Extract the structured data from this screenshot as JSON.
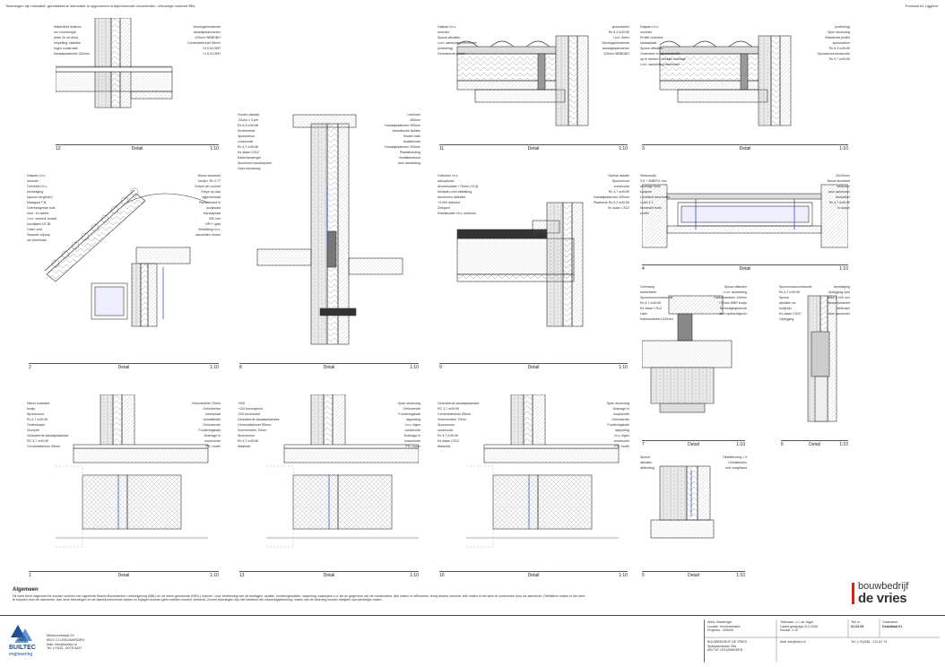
{
  "header": {
    "left_note": "Tekeningen zijn indicatief; gerealiseerde informatie is opgenomen in bijbehorende documenten. Uitvoerige conform BBL",
    "right_note": "Formaat A1 Liggend"
  },
  "panels": [
    {
      "num": "12",
      "title": "Detail",
      "scale": "1:10",
      "labels": [
        "Waterdicht isoleren",
        "niv. bovenkopje",
        "(dam 2e uit door)",
        "Inspelling: stabilize",
        "eigen constructie",
        "Kanaalplaatvloer 200mm",
        "Woningscheidende",
        "kanaalplaatvloeren",
        "120mm WBBDBO",
        "Cementdekvloer 55mm",
        "+0,5 VLOER",
        "+2,5 VLOER"
      ]
    },
    {
      "num": "11",
      "title": "Detail",
      "scale": "1:10",
      "labels": [
        "Dakpan t.b.v.",
        "monster",
        "Spouw afsluiten",
        "i.v.m. aansluiting elementen",
        "(onderling)",
        "Geïsoleerde profiel",
        "spouwanker",
        "Rc 6,3 m2K/W",
        "i.v.m. fielen",
        "Woningscheidende",
        "kanaalplaatvloeren",
        "120mm WBBDBO"
      ]
    },
    {
      "num": "3",
      "title": "Detail",
      "scale": "1:10",
      "labels": [
        "Dakpan t.b.v.",
        "monster",
        "Profiel voorrand",
        "kanaalplaat",
        "Spouw afsluiten",
        "Onderdeel in kapconstructie",
        "op te nemen i. hoeklijn montage",
        "i.v.m. aansluiting elementen",
        "(onderling)",
        "Open stootvoeg",
        "Gelsolerde profiel",
        "spouwanker",
        "Rc 6,3 m2K/W",
        "Spouwmuurconstructie",
        "Rc 4,7 m2K/W"
      ]
    },
    {
      "num": "2",
      "title": "Detail",
      "scale": "1:10",
      "labels": [
        "Dakpan t.b.v.",
        "monster",
        "Overstek t.b.v.",
        "bevestiging",
        "(spouw vergeven)",
        "Maatgoot T.B.",
        "Overhangende buis",
        "Voor- en achter",
        "i.v.m. zetwerk bouwh.",
        "koorlijsten NTJB",
        "Celex oost",
        "Staande vrijloop",
        "om driehhoek",
        "Nieuw kunststof",
        "kozijn+ Rc 0.77",
        "Dorpel wit voorzet",
        "Strips op vlas",
        "zijgevelstraat",
        "Plasterboard in",
        "kozijnkast",
        "Kanaalplaat",
        "200 mm",
        "HR++ glas",
        "Verdikking t.b.v.",
        "aansluiten muren"
      ]
    },
    {
      "num": "8",
      "title": "Detail",
      "scale": "1:10",
      "labels": [
        "Houten platdak",
        "-32mm x 2 pm",
        "Rc 6,3 m2K/W",
        "Kindenerkaf",
        "Spouwmuur",
        "constructie",
        "Rc 4,7 m2K/W",
        "Ks staan CS12",
        "Kaderaanslinger",
        "Aluminium wachtsporen",
        "Open stootvoeg",
        "Leefvloer",
        "280mm",
        "Kanaalplaatvloer 200mm",
        "Akoestische isolatie",
        "Houten balk",
        "Isolatiehoek",
        "Kanaalplaatvloer 200mm",
        "Plaatafronding",
        "Ventilatiestrook",
        "door aansluiting"
      ]
    },
    {
      "num": "9",
      "title": "Detail",
      "scale": "1:10",
      "labels": [
        "Celluluse t.b.v.",
        "dakopbouw",
        "Afvoerisolatie r 75mm (+0,5)",
        "Multiplex mini afdekking",
        "Aluminium afdekker",
        "+3.000 dakrand",
        "Zinkgoot",
        "Randisolatie t.b.v. ombouw",
        "Opdruk isolatie",
        "Spouwmuur",
        "constructie",
        "Rc 4,7 m2K/W",
        "Kanaalplaatvloer 200mm",
        "Plaatwerk Rc 6,3 m2K/W",
        "Ks staan CS12"
      ]
    },
    {
      "num": "4",
      "title": "Detail",
      "scale": "1:10",
      "labels": [
        "Stelmuurtje",
        "9,5 + 4MBP11 mm",
        "montage thuis",
        "kozijnen",
        "Lichtdicht aansluiten",
        "Luifel 1:1",
        "Kunststof hoek",
        "profiel",
        "20x20mm",
        "Nieuw kunststof",
        "stelkozijn",
        "door aannemer",
        "Anslabber",
        "Rc 4,7 m2K/W",
        "in dorpel"
      ]
    },
    {
      "num": "7",
      "title": "Detail",
      "scale": "1:10",
      "labels": [
        "Overhang",
        "metselwerk",
        "Spouwmuurconstructie",
        "Rc 4,7 m2K/W",
        "Ks staan CS12",
        "Latei",
        "Kalkzandsteen 100mm",
        "Spouw afsluiten",
        "i.v.m. aansluiting",
        "Kalkzandsteen 100mm",
        "+22mm WBP kozijn",
        "Bevestigingsstrook",
        "door opdrachtgever"
      ]
    },
    {
      "num": "6",
      "title": "Detail",
      "scale": "1:10",
      "labels": [
        "Spouwmuurconstructie",
        "Rc 4,7 m2K/W",
        "Spouw",
        "afsluiten na",
        "kozijnlijn",
        "Ks staan CS12",
        "Oplegging",
        "bevestiging",
        "Oplegging cpro",
        "lakke (~100 mm",
        "Nieuw kunststof",
        "stelkozijn",
        "door aannemer"
      ]
    },
    {
      "num": "1",
      "title": "Detail",
      "scale": "1:10",
      "labels": [
        "Nieuw kunststof",
        "kozijn",
        "Spouwmuur",
        "Rc 4,7 m2K/W",
        "Onderdorpel",
        "Vloerpeil",
        "Geïsoleerde kanaalplaatvloer",
        "RC 3,7 m2K/W",
        "Cementdekvloer 55mm",
        "Vloerverdeler 70mm",
        "Geïsoleerde",
        "betonplaat",
        "fundatiebalk",
        "Geïsoleerde",
        "Funderingsbalk",
        "Drainage in",
        "kruipruimte",
        "PS / Isoler"
      ]
    },
    {
      "num": "13",
      "title": "Detail",
      "scale": "1:10",
      "labels": [
        "+000",
        "+120 bovengrond",
        "-200 bovenkant",
        "Geïsoleerde kanaalplaatvloer",
        "Cementdekvloer 55mm",
        "Vloerverdeler 70mm",
        "Spouwmuur",
        "Rc 4,7 m2K/W",
        "Maaiveld",
        "Open stootvoeg",
        "Geïsoleerde",
        "Funderingsbalk",
        "rapporting",
        "t.b.v. eigen",
        "constructie",
        "Drainage in",
        "kruipruimte",
        "PS / Isoler"
      ]
    },
    {
      "num": "10",
      "title": "Detail",
      "scale": "1:10",
      "labels": [
        "Geïsoleerde kanaalplaatvloer",
        "RC 3,7 m2K/W",
        "Cementdekvloer 55mm",
        "Vloerverdeler 70mm",
        "Spouwmuur",
        "constructie",
        "Rc 4,7 m2K/W",
        "Ks staan CS12",
        "Maaiveld",
        "Open stootvoeg",
        "Drainage in",
        "kruipruimte",
        "Geïsoleerde",
        "Funderingsbalk",
        "rapporting",
        "t.b.v. eigen",
        "constructie",
        "PS / Isoler"
      ]
    },
    {
      "num": "5",
      "title": "Detail",
      "scale": "1:10",
      "labels": [
        "Spouw",
        "afsluiten",
        "Afdichting",
        "Dilatatievoeg = 5",
        "Dichtstukken",
        "met voeg/band"
      ]
    }
  ],
  "general_notes": {
    "heading": "Algemeen",
    "text": "Dit werk dient uitgevoerd te worden conform het vigerende Besluit Bouwwerken Leefomgeving (BBL) en de hierin genoemde (NEN-) normen. Voor berekening van de buitlagen, isolatie, funderingsbalken, wapening, staanders e.d. zie de gegevens van de constructeur. Alle maten in millimeters, tenzij anders vermeld. Alle maten in het werk te controleren door de aannemer. Definitieve maten in het werk te bepalen door de aannemer. Aan deze tekeningen en de daarbij behorende bladen en bijlagen kunnen geen rechten worden ontleend. Zoveel tekeningen zijn niet bestemd als uitvoeringstekening; maten van de tekening kunnen afwijken van werkelijke maten."
  },
  "brand": {
    "line1": "bouwbedrijf",
    "line2": "de vries"
  },
  "colors": {
    "brand_red": "#d6221a",
    "logo_blue": "#1d4f91",
    "line": "#444444",
    "hatch": "#8a8a8a",
    "accent_blue": "#1f3fc8"
  },
  "company": {
    "name_line1": "BUILTEC",
    "name_line2": "engineering",
    "address": [
      "Meidoornstraat 29",
      "8922 CJ LEEUWARDEN",
      "Mail: info@builtec.nl",
      "Tel: (+316) - 6075 5447"
    ]
  },
  "titleblock": {
    "werk_label": "Werk: Bestemgel",
    "locatie_label": "Locatie: Vennenstraten",
    "projectnr_label": "Projectnr.: 250620",
    "tekenaar_label": "Tekenaar: J.J. de Jager",
    "laatst_label": "Laatst gewijzigd: 8-2-2026",
    "schaal_label": "Schaal: 1:10",
    "tek_label": "Tek nr.:",
    "tek_value": "02-04-09",
    "onderdeel_label": "Onderdeel:",
    "onderdeel_value": "Detailblad 01",
    "client": [
      "BOUWBEDRIJF DE VRIES",
      "Spanjaardslaan 35a",
      "8917 AT LEEUWARDEN"
    ],
    "client_mail": "Mail: info@bdvl.nl",
    "client_tel": "Tel: (+31)058 - 212 81 74"
  }
}
